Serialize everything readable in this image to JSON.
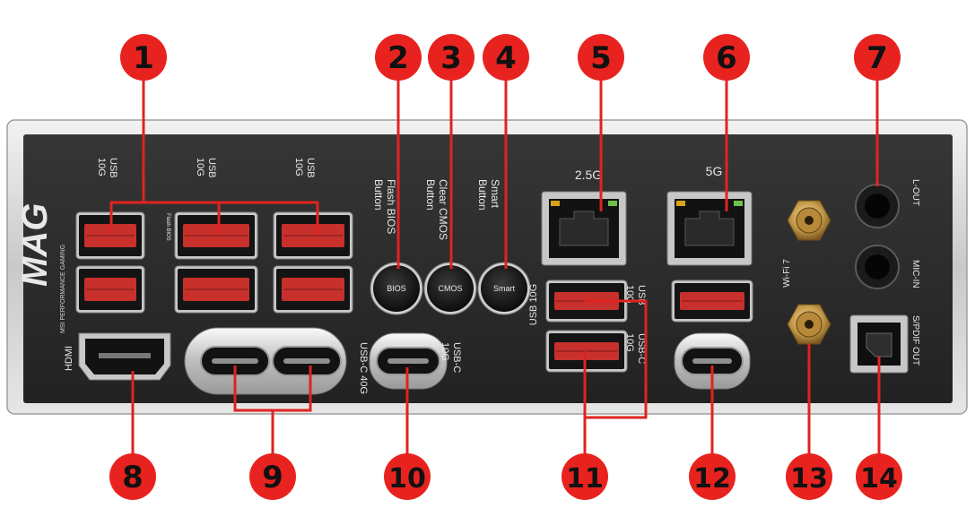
{
  "brand": {
    "logo": "MAG",
    "tagline": "MSI PERFORMANCE GAMING"
  },
  "colors": {
    "callout": "#e8231f",
    "leader": "#e02320",
    "panel": "#2b2b2b",
    "bracket": "#d6d6d6",
    "usb_red": "#c8302c",
    "gold": "#c49a4a"
  },
  "panel_labels": {
    "usb_10g_a": "USB\n10G",
    "usb_10g_b": "USB\n10G",
    "usb_10g_c": "USB\n10G",
    "flash_bios": "Flash BIOS\nButton",
    "clear_cmos": "Clear CMOS\nButton",
    "smart": "Smart\nButton",
    "flash_bios_port": "Flash BIOS",
    "lan_25g": "2.5G",
    "lan_5g": "5G",
    "hdmi": "HDMI",
    "usbc_40g": "USB-C 40G",
    "usbc_10g": "USB-C\n10G",
    "usb_10g_vertical": "USB 10G",
    "usb_10g_right": "USB\n10G",
    "usbc_10g_right": "USB-C\n10G",
    "wifi": "Wi-Fi 7",
    "lout": "L-OUT",
    "micin": "MIC-IN",
    "spdif": "S/PDIF OUT",
    "bios_btn": "BIOS",
    "cmos_btn": "CMOS",
    "smart_btn": "Smart"
  },
  "callouts": [
    "1",
    "2",
    "3",
    "4",
    "5",
    "6",
    "7",
    "8",
    "9",
    "10",
    "11",
    "12",
    "13",
    "14"
  ]
}
